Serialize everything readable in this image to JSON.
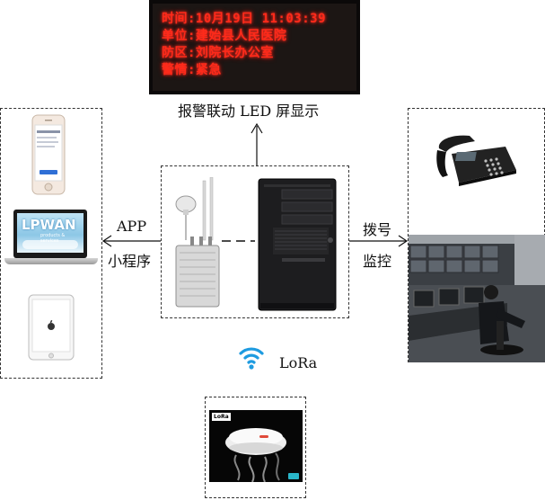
{
  "led_display": {
    "lines": [
      "时间:10月19日  11:03:39",
      "单位:建始县人民医院",
      "防区:刘院长办公室",
      "警情:紧急"
    ],
    "caption": "报警联动 LED 屏显示"
  },
  "left_link": {
    "line1": "APP",
    "line2": "小程序"
  },
  "right_link": {
    "line1": "拨号",
    "line2": "监控"
  },
  "laptop_logo": {
    "title": "LPWAN",
    "subtitle": "products & services"
  },
  "lora": {
    "label": "LoRa",
    "device_tag": "LoRa"
  },
  "colors": {
    "led_text": "#ff2a1a",
    "wifi_icon": "#1e9be0"
  }
}
